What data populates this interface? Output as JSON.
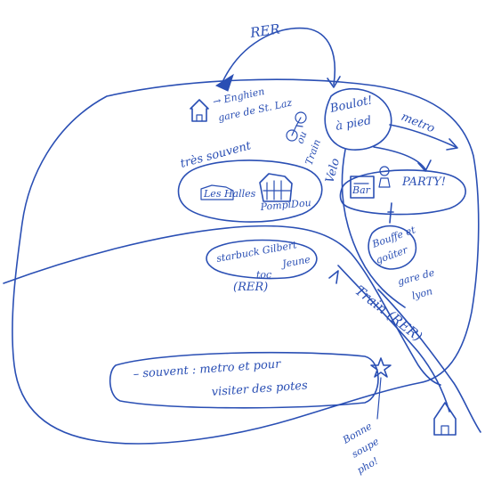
{
  "labels": {
    "rer_top": "RER",
    "enghien_1": "→ Enghien",
    "enghien_2": "gare de St. Laz",
    "boulot_1": "Boulot!",
    "boulot_2": "à pied",
    "metro": "metro",
    "velo": "Velo",
    "train_1": "ou",
    "train_2": "Train",
    "tres_souvent": "très souvent",
    "les_halles": "Les Halles",
    "pompidou": "PompiDou",
    "bar": "Bar",
    "party": "PARTY!",
    "bouffe_1": "Bouffe et",
    "bouffe_2": "goûter",
    "gare_lyon_1": "gare de",
    "gare_lyon_2": "lyon",
    "starbucks_1": "starbuck Gilbert",
    "starbucks_2": "Jeune",
    "rer_mid_1": "toc",
    "rer_mid_2": "(RER)",
    "train_rer": "Train (RER)",
    "souvent_1": "– souvent : metro et pour",
    "souvent_2": "visiter des potes",
    "bonne_1": "Bonne",
    "bonne_2": "soupe",
    "bonne_3": "pho!"
  },
  "colors": {
    "ink": "#2a4fb4",
    "paper": "#ffffff"
  },
  "icons": [
    "house-icon",
    "bicycle-icon",
    "building-icon",
    "bar-icon",
    "party-icon",
    "star-icon",
    "arrow-icon"
  ]
}
